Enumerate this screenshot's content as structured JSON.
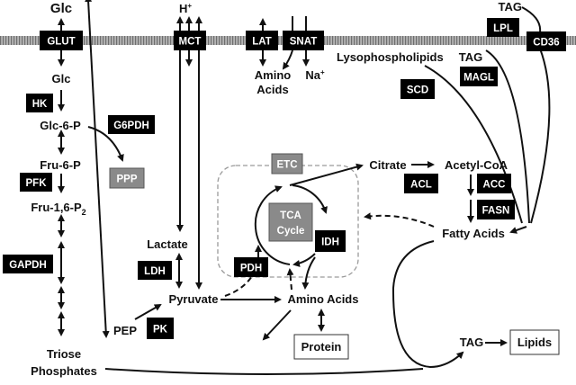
{
  "membrane": {
    "transporters": [
      {
        "id": "glut",
        "label": "GLUT"
      },
      {
        "id": "mct",
        "label": "MCT"
      },
      {
        "id": "lat",
        "label": "LAT"
      },
      {
        "id": "snat",
        "label": "SNAT"
      },
      {
        "id": "cd36",
        "label": "CD36"
      }
    ],
    "extracellular": {
      "glc": "Glc",
      "h_plus": "H",
      "h_plus_sup": "+",
      "tag": "TAG"
    }
  },
  "enzymes": {
    "lpl": "LPL",
    "hk": "HK",
    "g6pdh": "G6PDH",
    "pfk": "PFK",
    "gapdh": "GAPDH",
    "ldh": "LDH",
    "pk": "PK",
    "pdh": "PDH",
    "idh": "IDH",
    "acl": "ACL",
    "acc": "ACC",
    "fasn": "FASN",
    "scd": "SCD",
    "magl": "MAGL"
  },
  "grey_boxes": {
    "ppp": "PPP",
    "etc": "ETC",
    "tca_line1": "TCA",
    "tca_line2": "Cycle"
  },
  "metabolites": {
    "glc_in": "Glc",
    "glc6p": "Glc-6-P",
    "fru6p": "Fru-6-P",
    "fru16p2": "Fru-1,6-P",
    "fru16p2_sub": "2",
    "amino_acids_1": "Amino",
    "amino_acids_2": "Acids",
    "na_plus": "Na",
    "na_plus_sup": "+",
    "lysophospholipids": "Lysophospholipids",
    "tag_inner": "TAG",
    "lactate": "Lactate",
    "pyruvate": "Pyruvate",
    "pep": "PEP",
    "triose_1": "Triose",
    "triose_2": "Phosphates",
    "citrate": "Citrate",
    "acetyl_coa": "Acetyl-CoA",
    "fatty_acids": "Fatty Acids",
    "amino_acids_center": "Amino Acids",
    "tag_bottom": "TAG"
  },
  "outlined_boxes": {
    "protein": "Protein",
    "lipids": "Lipids"
  },
  "colors": {
    "enzyme_box": "#000000",
    "grey_box": "#8a8a8a",
    "membrane": "#9a9a9a",
    "dashed_region": "#9a9a9a"
  }
}
